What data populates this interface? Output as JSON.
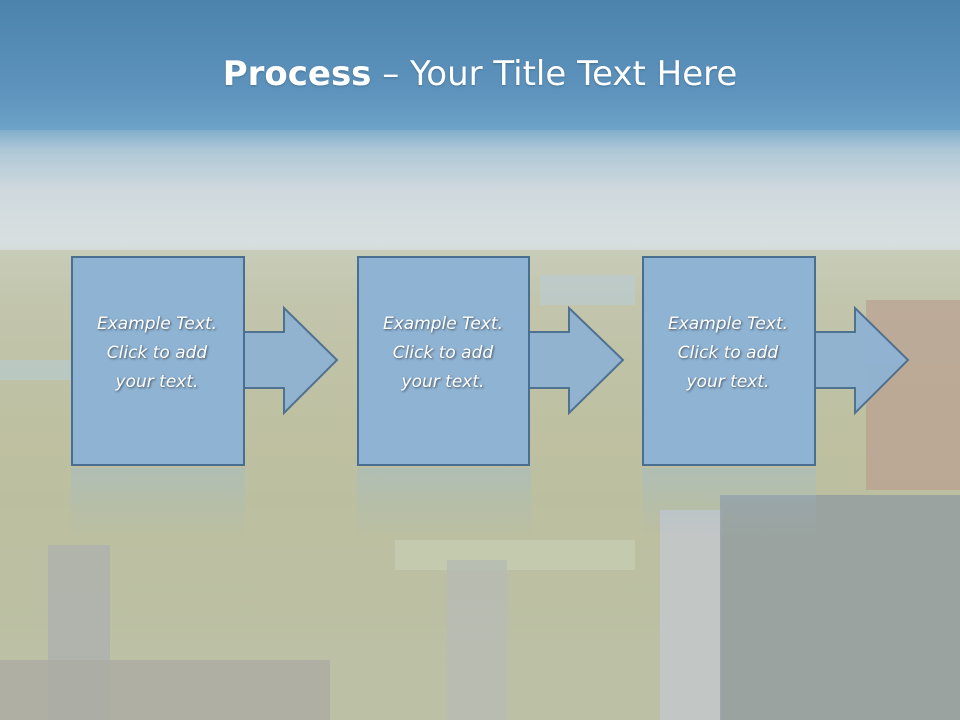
{
  "slide": {
    "title_bold": "Process",
    "title_rest": " – Your Title Text Here"
  },
  "steps": [
    {
      "text": "Example Text.\nClick  to add\nyour text."
    },
    {
      "text": "Example Text.\nClick  to add\nyour text."
    },
    {
      "text": "Example Text.\nClick  to add\nyour text."
    }
  ],
  "colors": {
    "title_bar": "#5b91ba",
    "box_fill": "#8fb3d3",
    "box_border": "#4a6e90"
  }
}
